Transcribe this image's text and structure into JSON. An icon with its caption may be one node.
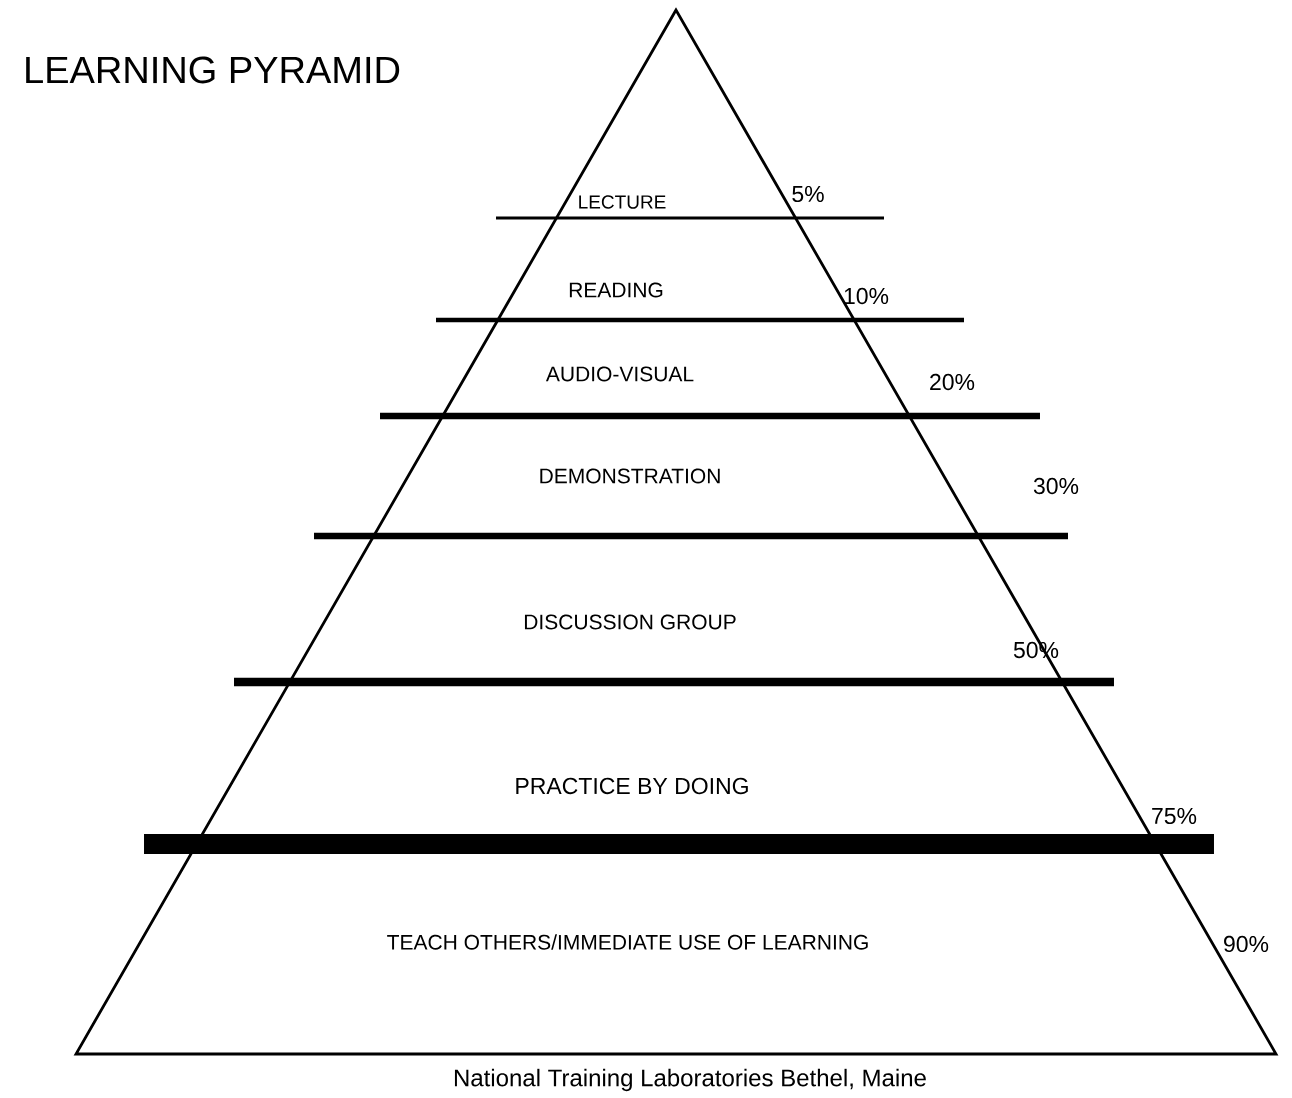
{
  "diagram": {
    "title": "LEARNING PYRAMID",
    "caption": "National Training Laboratories  Bethel, Maine",
    "nodes": [
      {
        "text": [
          "LECTURE"
        ]
      },
      {
        "text": [
          "READING"
        ]
      },
      {
        "text": [
          "AUDIO-VISUAL"
        ]
      },
      {
        "text": [
          "DEMONSTRATION"
        ]
      },
      {
        "text": [
          "DISCUSSION GROUP"
        ]
      },
      {
        "text": [
          "PRACTICE BY DOING"
        ]
      },
      {
        "text": [
          "TEACH  OTHERS/IMMEDIATE USE OF LEARNING"
        ]
      }
    ],
    "labels": [
      "5%",
      "10%",
      "20%",
      "30%",
      "50%",
      "75%",
      "90%"
    ]
  }
}
